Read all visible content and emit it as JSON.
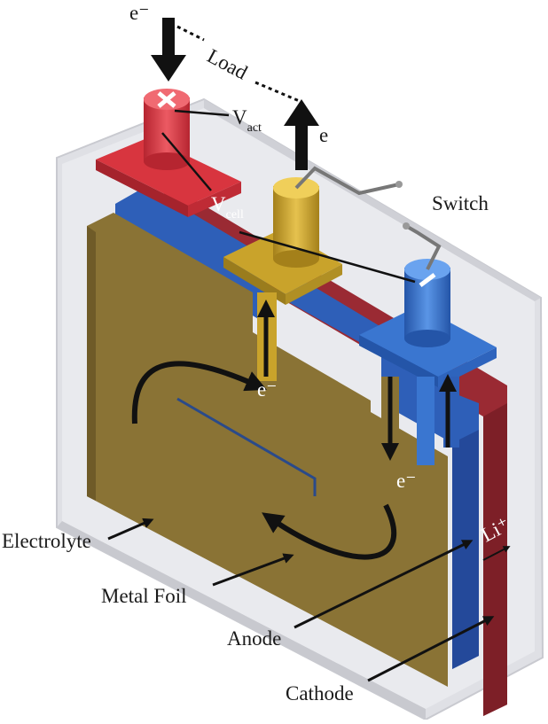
{
  "labels": {
    "electron_top_left": "e⁻",
    "load": "Load",
    "v_act_main": "V",
    "v_act_sub": "act",
    "electron_top_right": "e",
    "v_cell_main": "V",
    "v_cell_sub": "cell",
    "switch": "Switch",
    "electron_center": "e⁻",
    "electron_right": "e⁻",
    "li_ion": "Li⁺",
    "electrolyte": "Electrolyte",
    "metal_foil": "Metal Foil",
    "anode": "Anode",
    "cathode": "Cathode"
  },
  "colors": {
    "casing": "#dcdde2",
    "anode": "#2e5fb8",
    "cathode": "#9a2a33",
    "metal_foil": "#8a7335",
    "positive_terminal": "#d8353f",
    "middle_terminal": "#c9a32b",
    "negative_terminal": "#3a76d0"
  }
}
